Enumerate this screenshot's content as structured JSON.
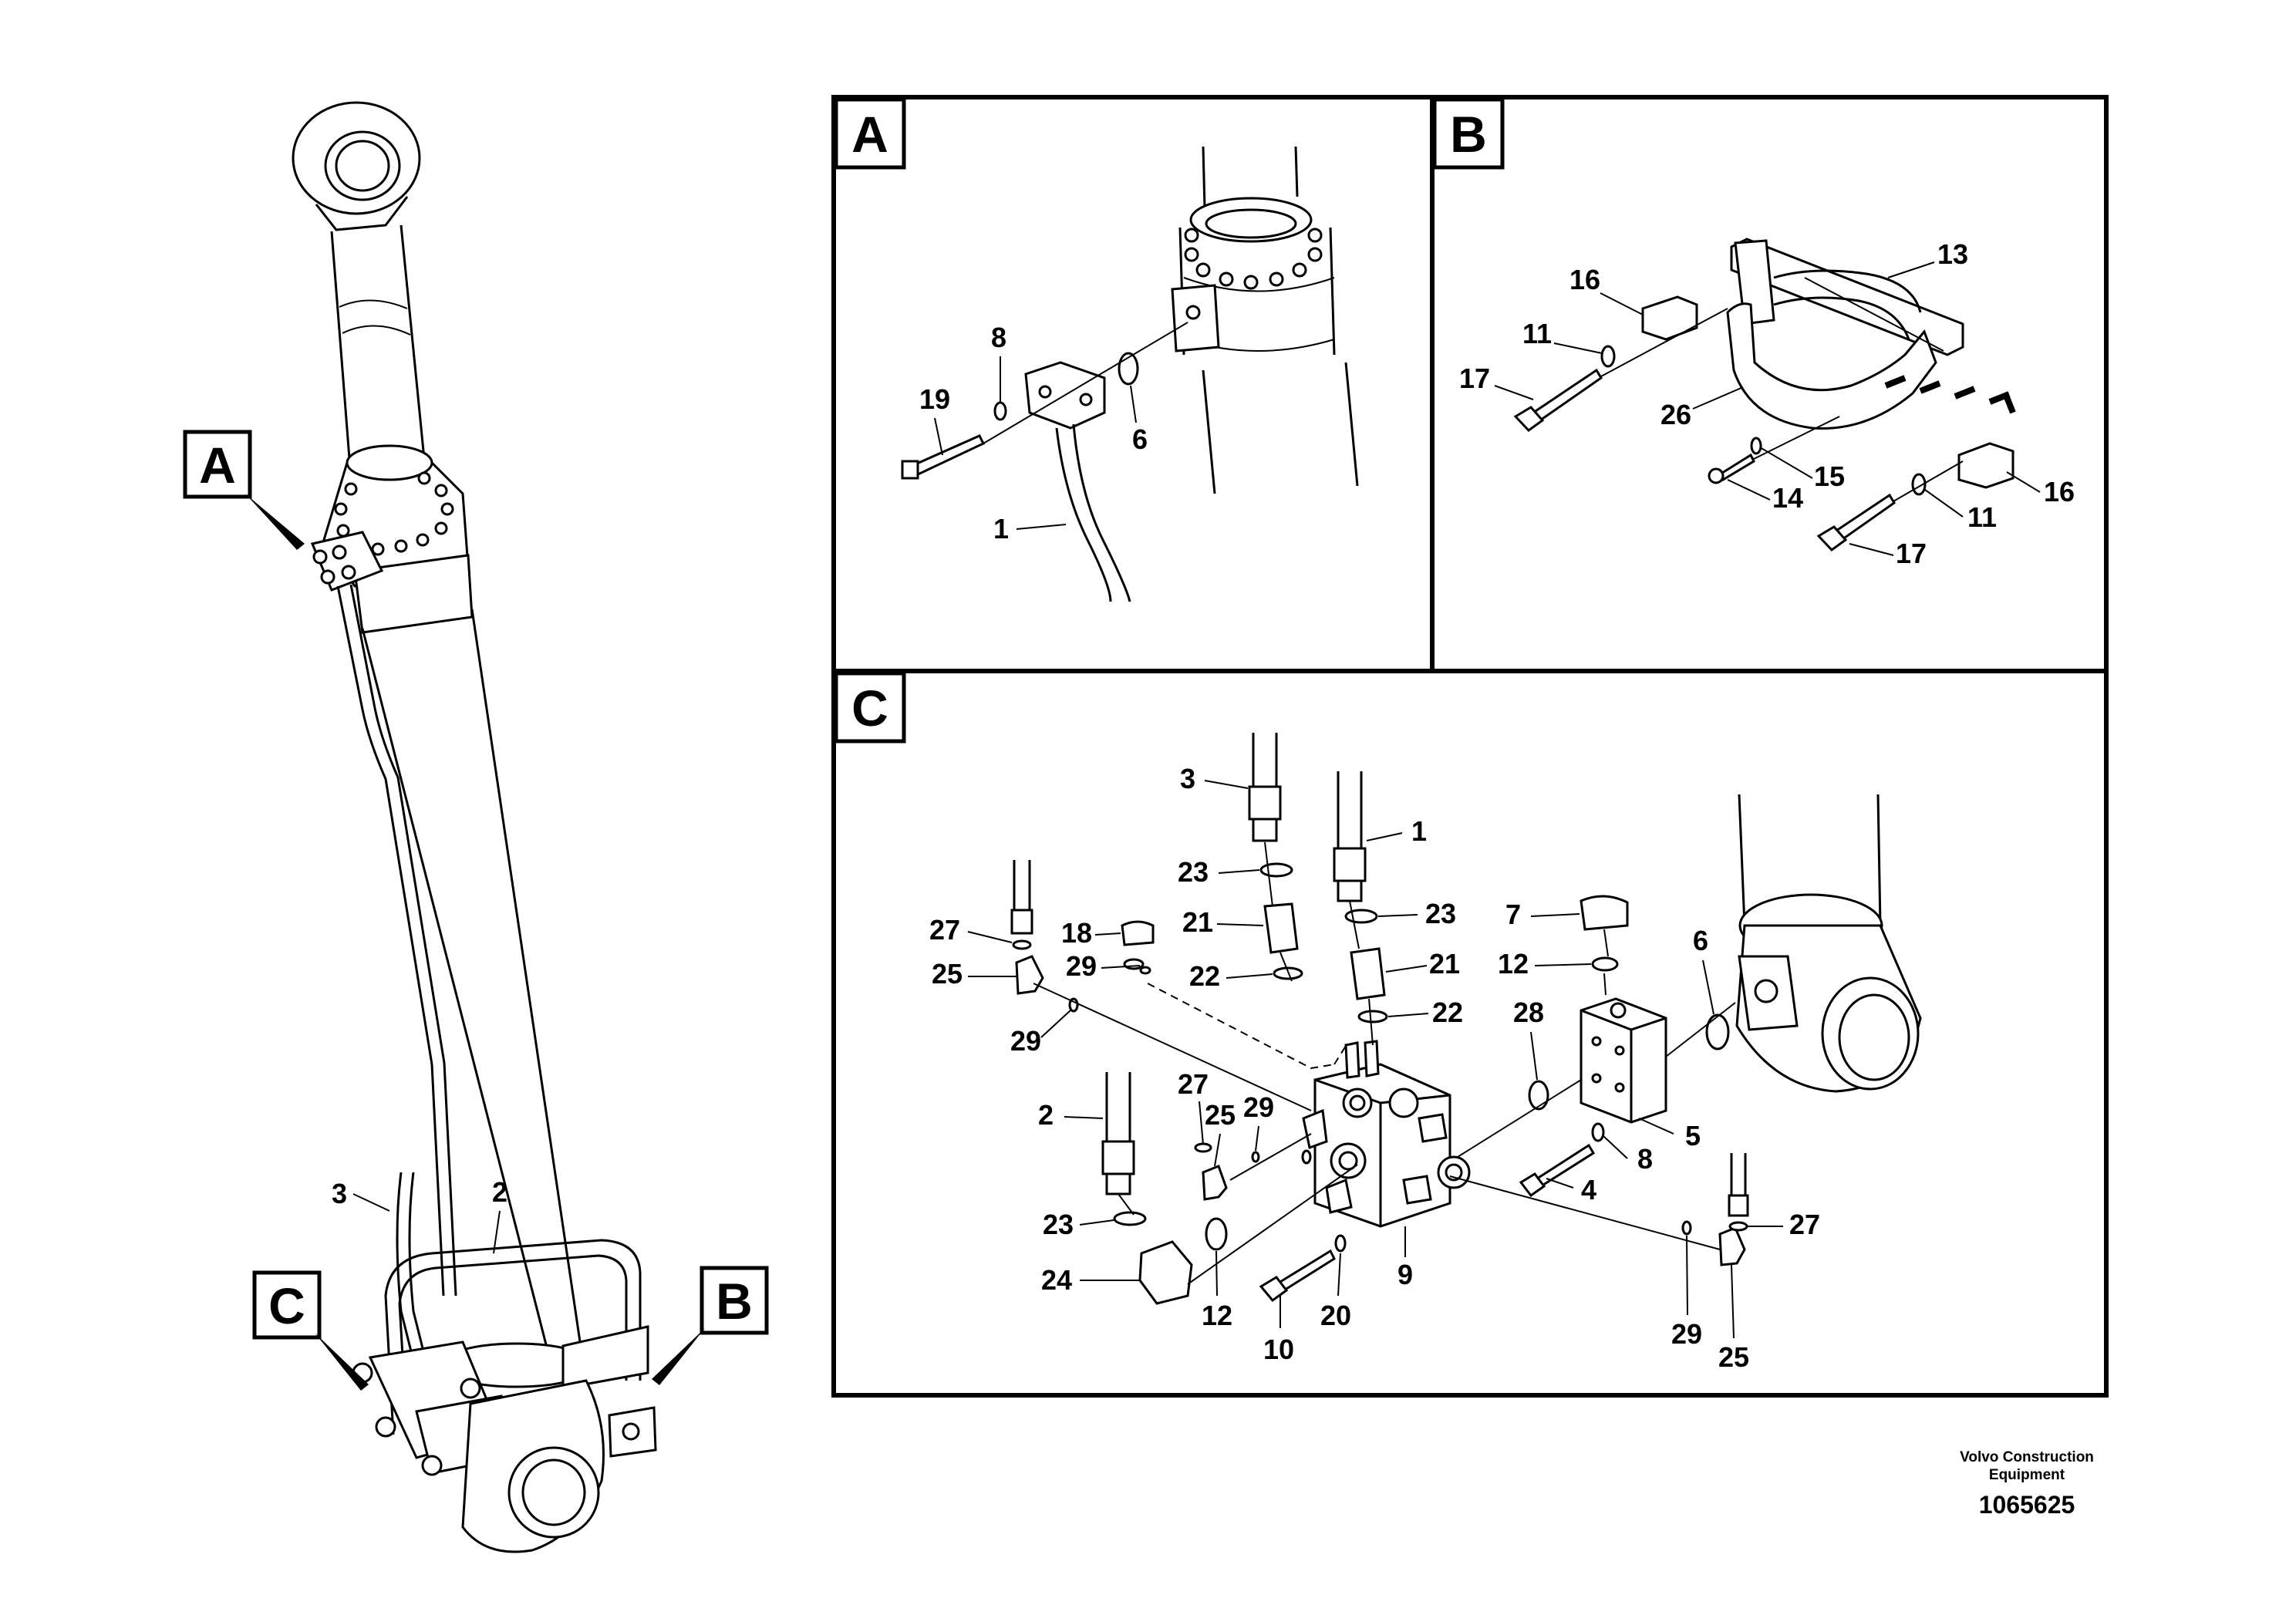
{
  "views": {
    "overview": {
      "A": "A",
      "B": "B",
      "C": "C"
    },
    "panel_a": {
      "letter": "A",
      "labels": {
        "p8": "8",
        "p19": "19",
        "p6": "6",
        "p1": "1"
      }
    },
    "panel_b": {
      "letter": "B",
      "labels": {
        "p16a": "16",
        "p13": "13",
        "p11a": "11",
        "p17a": "17",
        "p26": "26",
        "p15": "15",
        "p14": "14",
        "p16b": "16",
        "p11b": "11",
        "p17b": "17"
      }
    },
    "panel_c": {
      "letter": "C",
      "labels": {
        "p3": "3",
        "p1": "1",
        "p23a": "23",
        "p23b": "23",
        "p27a": "27",
        "p18": "18",
        "p21a": "21",
        "p7": "7",
        "p29a": "29",
        "p22a": "22",
        "p21b": "21",
        "p12a": "12",
        "p6": "6",
        "p25a": "25",
        "p22b": "22",
        "p28": "28",
        "p29b": "29",
        "p27b": "27",
        "p29c": "29",
        "p2": "2",
        "p25b": "25",
        "p5": "5",
        "p8": "8",
        "p4": "4",
        "p23c": "23",
        "p27c": "27",
        "p24": "24",
        "p12b": "12",
        "p9": "9",
        "p20": "20",
        "p10": "10",
        "p29d": "29",
        "p25c": "25"
      }
    }
  },
  "overview_labels": {
    "p3": "3",
    "p2": "2"
  },
  "footer": {
    "company_line1": "Volvo Construction",
    "company_line2": "Equipment",
    "doc_number": "1065625"
  },
  "colors": {
    "ink": "#000000",
    "paper": "#ffffff"
  }
}
